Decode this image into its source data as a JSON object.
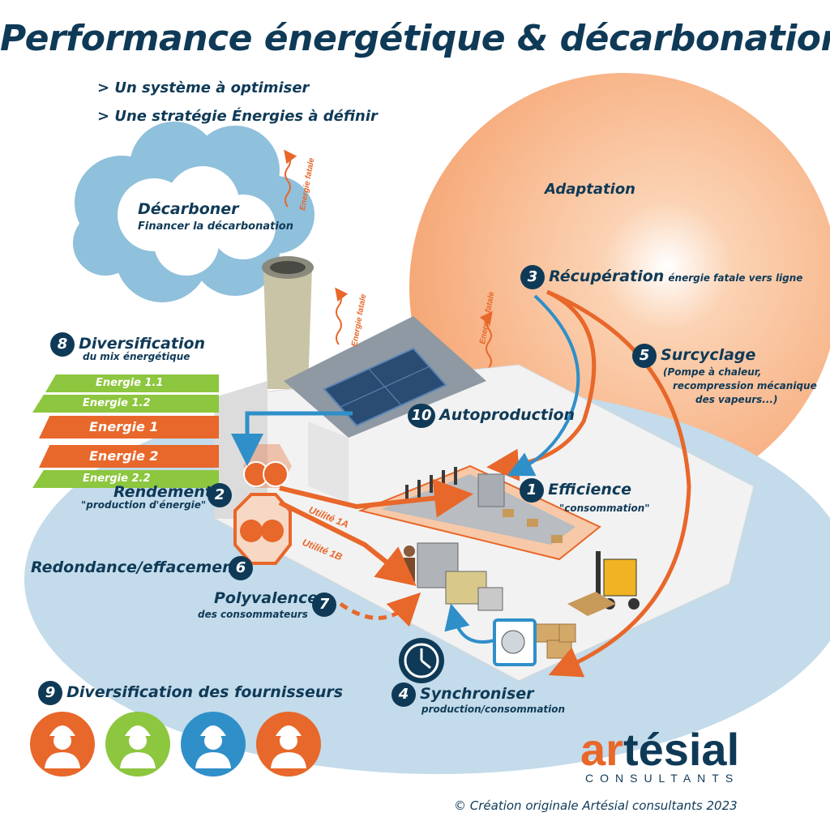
{
  "title": "Performance énergétique & décarbonation",
  "subtitles": [
    "> Un système à optimiser",
    "> Une stratégie Énergies à définir"
  ],
  "cloud": {
    "title": "Décarboner",
    "subtitle": "Financer la décarbonation"
  },
  "energie_fatale": "Energie fatale",
  "adaptation": "Adaptation",
  "items": {
    "recuperation": {
      "num": "3",
      "title": "Récupération",
      "detail": "énergie fatale vers ligne"
    },
    "surcyclage": {
      "num": "5",
      "title": "Surcyclage",
      "detail": [
        "(Pompe à chaleur,",
        "recompression mécanique",
        "des vapeurs...)"
      ]
    },
    "diversification": {
      "num": "8",
      "title": "Diversification",
      "detail": "du mix énergétique"
    },
    "autoproduction": {
      "num": "10",
      "title": "Autoproduction"
    },
    "efficience": {
      "num": "1",
      "title": "Efficience",
      "detail": "\"consommation\""
    },
    "rendement": {
      "num": "2",
      "title": "Rendement",
      "detail": "\"production d'énergie\""
    },
    "redondance": {
      "num": "6",
      "title": "Redondance/effacement"
    },
    "polyvalence": {
      "num": "7",
      "title": "Polyvalence",
      "detail": "des consommateurs"
    },
    "synchroniser": {
      "num": "4",
      "title": "Synchroniser",
      "detail": "production/consommation"
    },
    "fournisseurs": {
      "num": "9",
      "title": "Diversification des fournisseurs"
    }
  },
  "energies": [
    {
      "label": "Energie 1.1",
      "color": "#8dc63f"
    },
    {
      "label": "Energie 1.2",
      "color": "#8dc63f"
    },
    {
      "label": "Energie 1",
      "color": "#e8672a"
    },
    {
      "label": "Energie 2",
      "color": "#e8672a"
    },
    {
      "label": "Energie 2.2",
      "color": "#8dc63f"
    }
  ],
  "utilites": [
    "Utilité 1A",
    "Utilité 1B"
  ],
  "supplier_colors": [
    "#e8672a",
    "#8dc63f",
    "#2f8fc9",
    "#e8672a"
  ],
  "logo": {
    "name_a": "ar",
    "name_b": "tésial",
    "sub": "CONSULTANTS"
  },
  "copyright": "© Création originale Artésial consultants 2023",
  "colors": {
    "navy": "#0f3a57",
    "orange": "#e8672a",
    "green": "#8dc63f",
    "blue": "#2f8fc9"
  }
}
